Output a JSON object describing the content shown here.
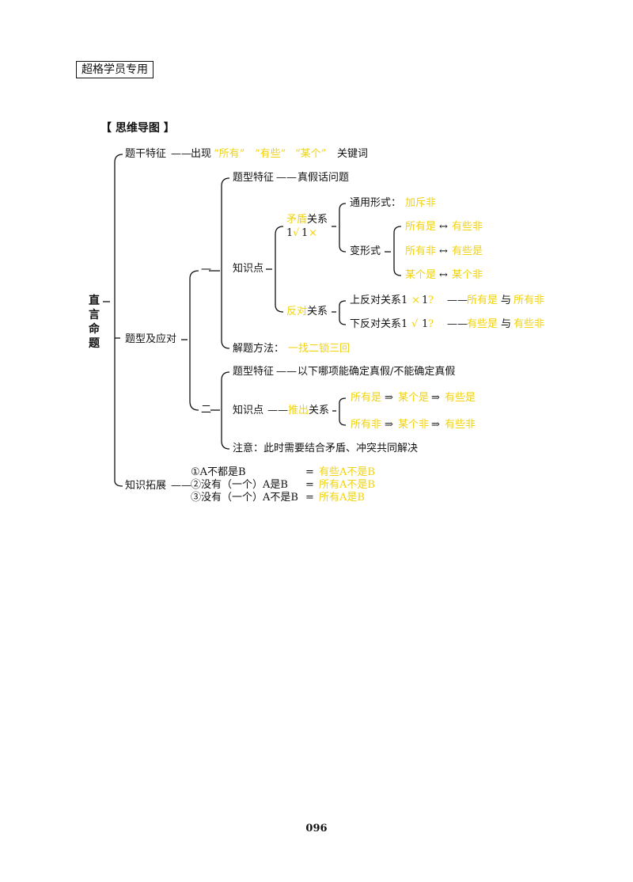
{
  "header_tag": "超格学员专用",
  "section_title": "【 思维导图 】",
  "root": "直言命题",
  "n1": {
    "label": "题干特征",
    "dash": "——",
    "pre": "出现",
    "q1": "“所有”",
    "q2": "“有些”",
    "q3": "“某个”",
    "post": "关键词"
  },
  "n2": {
    "label": "题型及应对",
    "one": {
      "mark": "一",
      "feature": {
        "label": "题型特征",
        "dash": "——",
        "value": "真假话问题"
      },
      "kp": {
        "label": "知识点",
        "md": {
          "y": "矛盾",
          "k": "关系",
          "sub1": "1",
          "sub2": "√",
          "sub3": "1",
          "sub4": "×",
          "general_label": "通用形式：",
          "general_value": "加斥非",
          "variant_label": "变形式",
          "v1": {
            "a": "所有是",
            "arrow": "↔",
            "b": "有些非"
          },
          "v2": {
            "a": "所有非",
            "arrow": "↔",
            "b": "有些是"
          },
          "v3": {
            "a": "某个是",
            "arrow": "↔",
            "b": "某个非"
          }
        },
        "fd": {
          "y": "反对",
          "k": "关系",
          "r1": {
            "label": "上反对关系1",
            "m1": "×",
            "m2": "1",
            "m3": "?",
            "dash": "——",
            "a": "所有是",
            "and": "与",
            "b": "所有非"
          },
          "r2": {
            "label": "下反对关系1",
            "m1": "√",
            "m2": "1",
            "m3": "?",
            "dash": "——",
            "a": "有些是",
            "and": "与",
            "b": "有些非"
          }
        }
      },
      "method": {
        "label": "解题方法：",
        "value": "一找二锁三回"
      }
    },
    "two": {
      "mark": "二",
      "feature": {
        "label": "题型特征",
        "dash": "——",
        "value": "以下哪项能确定真假/不能确定真假"
      },
      "kp": {
        "label": "知识点",
        "dash": "——",
        "y": "推出",
        "k": "关系",
        "c1": {
          "a": "所有是",
          "arr": "⇒",
          "b": "某个是",
          "c": "有些是"
        },
        "c2": {
          "a": "所有非",
          "arr": "⇒",
          "b": "某个非",
          "c": "有些非"
        }
      },
      "note": "注意：此时需要结合矛盾、冲突共同解决"
    }
  },
  "n3": {
    "label": "知识拓展",
    "dash": "——",
    "rows": [
      {
        "l": "①A不都是B",
        "eq": "=",
        "r": "有些A不是B"
      },
      {
        "l": "②没有（一个）A是B",
        "eq": "=",
        "r": "所有A不是B"
      },
      {
        "l": "③没有（一个）A不是B",
        "eq": "=",
        "r": "所有A是B"
      }
    ]
  },
  "page_number": "096",
  "colors": {
    "highlight": "#f2d20c",
    "text": "#111111",
    "line": "#111111"
  }
}
